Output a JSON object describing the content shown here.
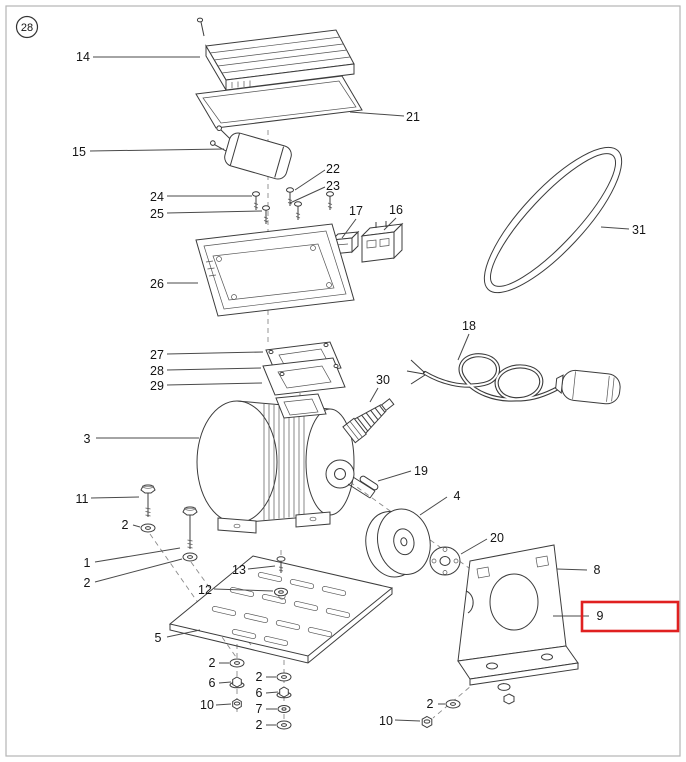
{
  "page": {
    "badge": "28"
  },
  "highlight": {
    "part": "9",
    "color": "#E02020"
  },
  "labels": [
    {
      "text": "28"
    },
    {
      "text": "14"
    },
    {
      "text": "21"
    },
    {
      "text": "15"
    },
    {
      "text": "22"
    },
    {
      "text": "23"
    },
    {
      "text": "24"
    },
    {
      "text": "25"
    },
    {
      "text": "17"
    },
    {
      "text": "16"
    },
    {
      "text": "31"
    },
    {
      "text": "26"
    },
    {
      "text": "18"
    },
    {
      "text": "27"
    },
    {
      "text": "28"
    },
    {
      "text": "29"
    },
    {
      "text": "30"
    },
    {
      "text": "3"
    },
    {
      "text": "19"
    },
    {
      "text": "11"
    },
    {
      "text": "4"
    },
    {
      "text": "2"
    },
    {
      "text": "20"
    },
    {
      "text": "1"
    },
    {
      "text": "8"
    },
    {
      "text": "2"
    },
    {
      "text": "13"
    },
    {
      "text": "12"
    },
    {
      "text": "9"
    },
    {
      "text": "5"
    },
    {
      "text": "2"
    },
    {
      "text": "6"
    },
    {
      "text": "10"
    },
    {
      "text": "2"
    },
    {
      "text": "6"
    },
    {
      "text": "7"
    },
    {
      "text": "2"
    },
    {
      "text": "2"
    },
    {
      "text": "10"
    }
  ]
}
